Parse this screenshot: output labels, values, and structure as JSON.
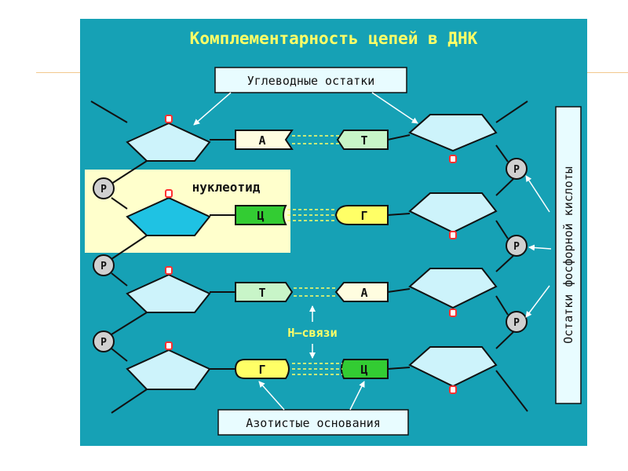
{
  "title": "Комплементарность цепей в ДНК",
  "labels": {
    "carbohydrate": "Углеводные остатки",
    "phosphate": "Остатки фосфорной кислоты",
    "nitrogen_bases": "Азотистые основания",
    "nucleotide": "нуклеотид",
    "h_bonds": "Н–связи",
    "phosphate_symbol": "Р"
  },
  "pairs": [
    {
      "left": "А",
      "right": "Т",
      "left_color": "#fffde0",
      "right_color": "#c8f5c8",
      "hbonds": 2
    },
    {
      "left": "Ц",
      "right": "Г",
      "left_color": "#33cc33",
      "right_color": "#ffff66",
      "hbonds": 3
    },
    {
      "left": "Т",
      "right": "А",
      "left_color": "#c8f5c8",
      "right_color": "#fffde0",
      "hbonds": 2
    },
    {
      "left": "Г",
      "right": "Ц",
      "left_color": "#ffff66",
      "right_color": "#33cc33",
      "hbonds": 3
    }
  ],
  "colors": {
    "background": "#16a1b5",
    "sugar": "#cdf3fb",
    "sugar_highlight": "#1fc2e3",
    "label_box": "#e8fcff",
    "nucleotide_box": "#ffffcc",
    "title_text": "#ffff66",
    "phosphate": "#d0d0d0",
    "oxygen_marker": "#ff3030"
  }
}
